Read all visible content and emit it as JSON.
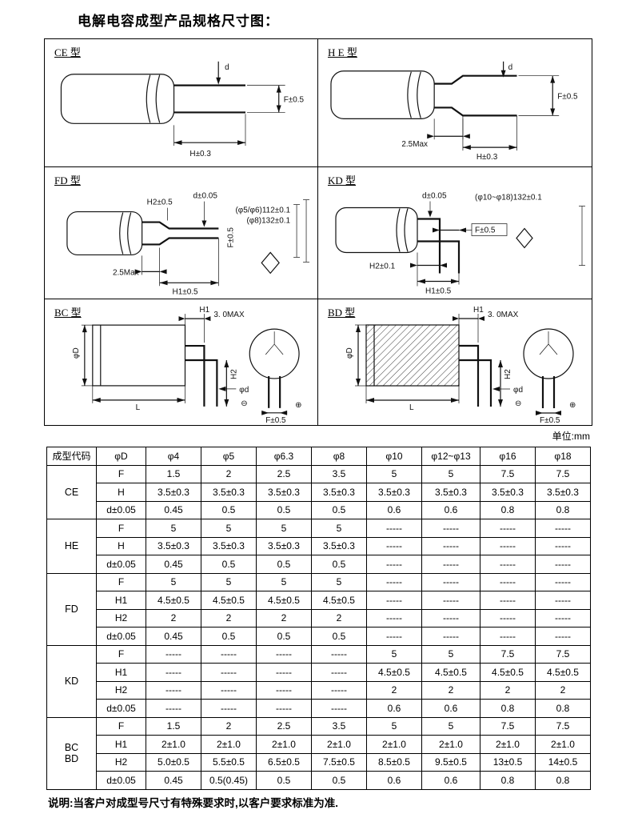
{
  "page": {
    "title": "电解电容成型产品规格尺寸图：",
    "unit_label": "单位:mm",
    "footer_note": "说明:当客户对成型号尺寸有特殊要求时,以客户要求标准为准."
  },
  "diagrams": {
    "ce": {
      "label": "CE 型",
      "d": "d",
      "f": "F±0.5",
      "h": "H±0.3"
    },
    "he": {
      "label": "H E 型",
      "max25": "2.5Max",
      "d": "d",
      "f": "F±0.5",
      "h": "H±0.3"
    },
    "fd": {
      "label": "FD 型",
      "h2": "H2±0.5",
      "dd": "d±0.05",
      "f": "F±0.5",
      "ann1": "(φ5/φ6)112±0.1",
      "ann2": "(φ8)132±0.1",
      "max25": "2.5Max",
      "h1": "H1±0.5"
    },
    "kd": {
      "label": "KD 型",
      "dd": "d±0.05",
      "ann": "(φ10~φ18)132±0.1",
      "f": "F±0.5",
      "h2": "H2±0.1",
      "h1": "H1±0.5"
    },
    "bc": {
      "label": "BC 型",
      "h1": "H1",
      "max30": "3. 0MAX",
      "phiD": "φD",
      "L": "L",
      "h2": "H2",
      "phid": "φd",
      "f": "F±0.5",
      "minus": "⊖",
      "plus": "⊕"
    },
    "bd": {
      "label": "BD 型",
      "h1": "H1",
      "max30": "3. 0MAX",
      "phiD": "φD",
      "L": "L",
      "h2": "H2",
      "phid": "φd",
      "f": "F±0.5",
      "minus": "⊖",
      "plus": "⊕"
    }
  },
  "table": {
    "header": [
      "成型代码",
      "φD",
      "φ4",
      "φ5",
      "φ6.3",
      "φ8",
      "φ10",
      "φ12~φ13",
      "φ16",
      "φ18"
    ],
    "groups": [
      {
        "code": "CE",
        "rows": [
          [
            "F",
            "1.5",
            "2",
            "2.5",
            "3.5",
            "5",
            "5",
            "7.5",
            "7.5"
          ],
          [
            "H",
            "3.5±0.3",
            "3.5±0.3",
            "3.5±0.3",
            "3.5±0.3",
            "3.5±0.3",
            "3.5±0.3",
            "3.5±0.3",
            "3.5±0.3"
          ],
          [
            "d±0.05",
            "0.45",
            "0.5",
            "0.5",
            "0.5",
            "0.6",
            "0.6",
            "0.8",
            "0.8"
          ]
        ]
      },
      {
        "code": "HE",
        "rows": [
          [
            "F",
            "5",
            "5",
            "5",
            "5",
            "-----",
            "-----",
            "-----",
            "-----"
          ],
          [
            "H",
            "3.5±0.3",
            "3.5±0.3",
            "3.5±0.3",
            "3.5±0.3",
            "-----",
            "-----",
            "-----",
            "-----"
          ],
          [
            "d±0.05",
            "0.45",
            "0.5",
            "0.5",
            "0.5",
            "-----",
            "-----",
            "-----",
            "-----"
          ]
        ]
      },
      {
        "code": "FD",
        "rows": [
          [
            "F",
            "5",
            "5",
            "5",
            "5",
            "-----",
            "-----",
            "-----",
            "-----"
          ],
          [
            "H1",
            "4.5±0.5",
            "4.5±0.5",
            "4.5±0.5",
            "4.5±0.5",
            "-----",
            "-----",
            "-----",
            "-----"
          ],
          [
            "H2",
            "2",
            "2",
            "2",
            "2",
            "-----",
            "-----",
            "-----",
            "-----"
          ],
          [
            "d±0.05",
            "0.45",
            "0.5",
            "0.5",
            "0.5",
            "-----",
            "-----",
            "-----",
            "-----"
          ]
        ]
      },
      {
        "code": "KD",
        "rows": [
          [
            "F",
            "-----",
            "-----",
            "-----",
            "-----",
            "5",
            "5",
            "7.5",
            "7.5"
          ],
          [
            "H1",
            "-----",
            "-----",
            "-----",
            "-----",
            "4.5±0.5",
            "4.5±0.5",
            "4.5±0.5",
            "4.5±0.5"
          ],
          [
            "H2",
            "-----",
            "-----",
            "-----",
            "-----",
            "2",
            "2",
            "2",
            "2"
          ],
          [
            "d±0.05",
            "-----",
            "-----",
            "-----",
            "-----",
            "0.6",
            "0.6",
            "0.8",
            "0.8"
          ]
        ]
      },
      {
        "code": "BC\nBD",
        "rows": [
          [
            "F",
            "1.5",
            "2",
            "2.5",
            "3.5",
            "5",
            "5",
            "7.5",
            "7.5"
          ],
          [
            "H1",
            "2±1.0",
            "2±1.0",
            "2±1.0",
            "2±1.0",
            "2±1.0",
            "2±1.0",
            "2±1.0",
            "2±1.0"
          ],
          [
            "H2",
            "5.0±0.5",
            "5.5±0.5",
            "6.5±0.5",
            "7.5±0.5",
            "8.5±0.5",
            "9.5±0.5",
            "13±0.5",
            "14±0.5"
          ],
          [
            "d±0.05",
            "0.45",
            "0.5(0.45)",
            "0.5",
            "0.5",
            "0.6",
            "0.6",
            "0.8",
            "0.8"
          ]
        ]
      }
    ]
  }
}
